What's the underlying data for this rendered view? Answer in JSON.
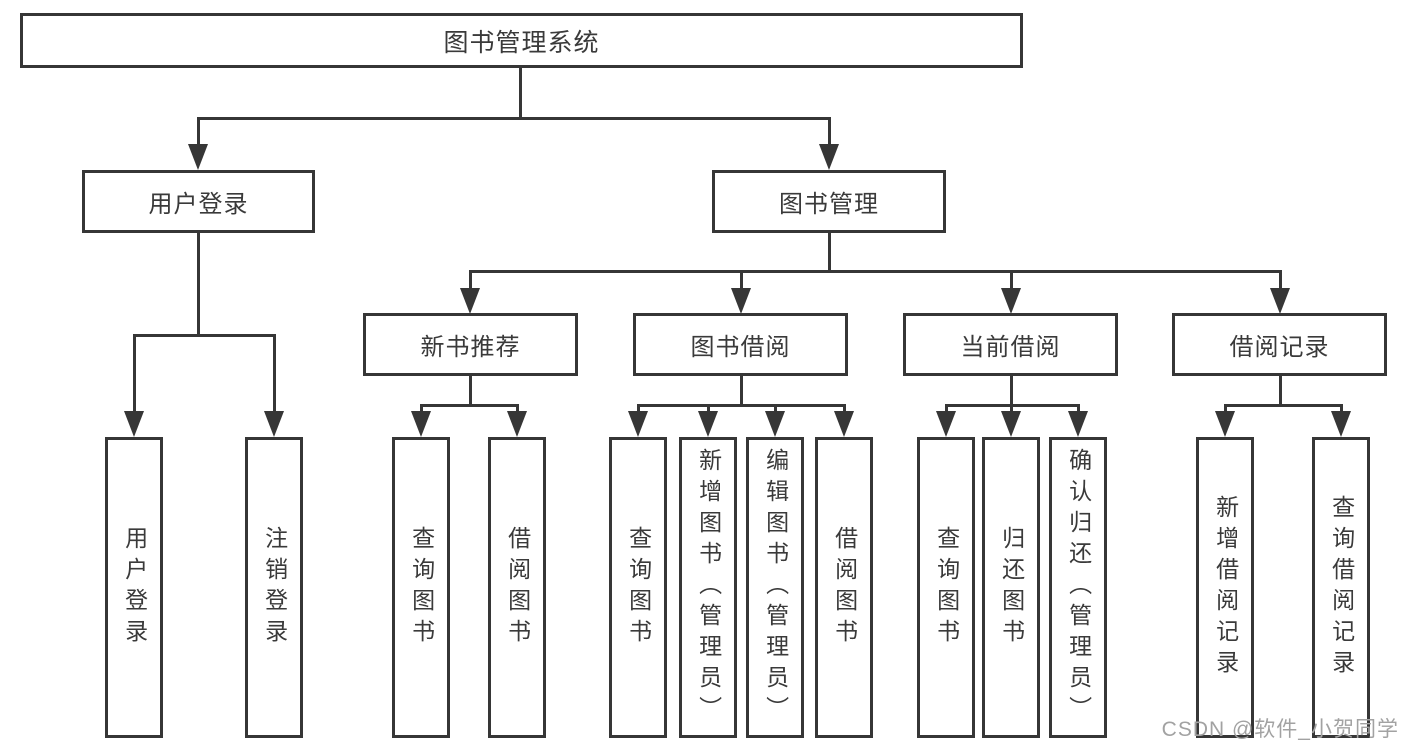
{
  "tree": {
    "root": {
      "label": "图书管理系统"
    },
    "branches": [
      {
        "label": "用户登录",
        "children": [
          {
            "label": "用户登录"
          },
          {
            "label": "注销登录"
          }
        ]
      },
      {
        "label": "图书管理",
        "children": [
          {
            "label": "新书推荐",
            "children": [
              {
                "label": "查询图书"
              },
              {
                "label": "借阅图书"
              }
            ]
          },
          {
            "label": "图书借阅",
            "children": [
              {
                "label": "查询图书"
              },
              {
                "label": "新增图书（管理员）"
              },
              {
                "label": "编辑图书（管理员）"
              },
              {
                "label": "借阅图书"
              }
            ]
          },
          {
            "label": "当前借阅",
            "children": [
              {
                "label": "查询图书"
              },
              {
                "label": "归还图书"
              },
              {
                "label": "确认归还（管理员）"
              }
            ]
          },
          {
            "label": "借阅记录",
            "children": [
              {
                "label": "新增借阅记录"
              },
              {
                "label": "查询借阅记录"
              }
            ]
          }
        ]
      }
    ]
  },
  "watermark": {
    "text": "CSDN @软件_小贺同学"
  },
  "colors": {
    "line": "#363636",
    "text": "#3a3a3a",
    "box_background": "#ffffff",
    "page_background": "#ffffff",
    "watermark": "#a2a2a2"
  }
}
